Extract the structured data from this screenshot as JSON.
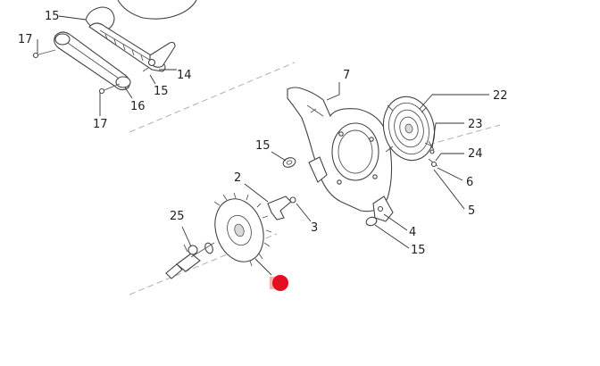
{
  "diagram": {
    "marker_color": "#e60e1e",
    "callouts": {
      "c15_top": "15",
      "c17_top": "17",
      "c14": "14",
      "c15_mid": "15",
      "c16": "16",
      "c17_low": "17",
      "c7": "7",
      "c22": "22",
      "c23": "23",
      "c24": "24",
      "c6": "6",
      "c5": "5",
      "c15_center": "15",
      "c2": "2",
      "c3": "3",
      "c25": "25",
      "c4": "4",
      "c15_low": "15"
    }
  }
}
